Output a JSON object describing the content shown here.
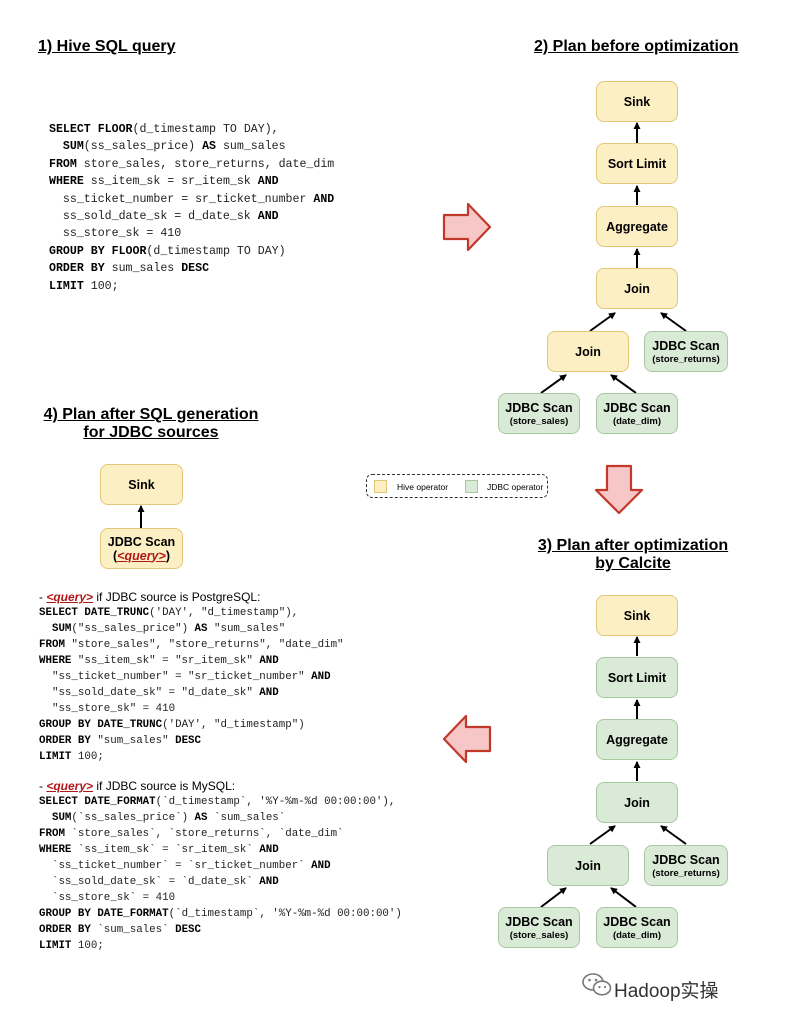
{
  "headings": {
    "s1": "1) Hive SQL query",
    "s2": "2) Plan before optimization",
    "s3_line1": "3) Plan after optimization",
    "s3_line2": "by Calcite",
    "s4_line1": "4) Plan after SQL generation",
    "s4_line2": "for JDBC sources"
  },
  "hive_query": [
    [
      {
        "t": "SELECT ",
        "k": 1
      },
      {
        "t": "FLOOR",
        "k": 1
      },
      {
        "t": "(d_timestamp TO DAY),"
      }
    ],
    [
      {
        "t": "  "
      },
      {
        "t": "SUM",
        "k": 1
      },
      {
        "t": "(ss_sales_price) "
      },
      {
        "t": "AS",
        "k": 1
      },
      {
        "t": " sum_sales"
      }
    ],
    [
      {
        "t": "FROM ",
        "k": 1
      },
      {
        "t": "store_sales, store_returns, date_dim"
      }
    ],
    [
      {
        "t": "WHERE ",
        "k": 1
      },
      {
        "t": "ss_item_sk = sr_item_sk "
      },
      {
        "t": "AND",
        "k": 1
      }
    ],
    [
      {
        "t": "  ss_ticket_number = sr_ticket_number "
      },
      {
        "t": "AND",
        "k": 1
      }
    ],
    [
      {
        "t": "  ss_sold_date_sk = d_date_sk "
      },
      {
        "t": "AND",
        "k": 1
      }
    ],
    [
      {
        "t": "  ss_store_sk = 410"
      }
    ],
    [
      {
        "t": "GROUP BY ",
        "k": 1
      },
      {
        "t": "FLOOR",
        "k": 1
      },
      {
        "t": "(d_timestamp TO DAY)"
      }
    ],
    [
      {
        "t": "ORDER BY ",
        "k": 1
      },
      {
        "t": "sum_sales "
      },
      {
        "t": "DESC",
        "k": 1
      }
    ],
    [
      {
        "t": "LIMIT ",
        "k": 1
      },
      {
        "t": "100;"
      }
    ]
  ],
  "plan_before": {
    "sink": "Sink",
    "sort_limit": "Sort Limit",
    "aggregate": "Aggregate",
    "join_top": "Join",
    "join_bottom": "Join",
    "scan_returns": {
      "title": "JDBC Scan",
      "sub": "(store_returns)"
    },
    "scan_sales": {
      "title": "JDBC Scan",
      "sub": "(store_sales)"
    },
    "scan_date": {
      "title": "JDBC Scan",
      "sub": "(date_dim)"
    }
  },
  "plan_after": {
    "sink": "Sink",
    "sort_limit": "Sort Limit",
    "aggregate": "Aggregate",
    "join_top": "Join",
    "join_bottom": "Join",
    "scan_returns": {
      "title": "JDBC Scan",
      "sub": "(store_returns)"
    },
    "scan_sales": {
      "title": "JDBC Scan",
      "sub": "(store_sales)"
    },
    "scan_date": {
      "title": "JDBC Scan",
      "sub": "(date_dim)"
    }
  },
  "plan_sqlgen": {
    "sink": "Sink",
    "scan_title": "JDBC Scan",
    "scan_open": "(",
    "scan_tag": "<query>",
    "scan_close": ")"
  },
  "legend": {
    "hive": "Hive operator",
    "jdbc": "JDBC operator"
  },
  "postgres": {
    "dash": "- ",
    "tag": "<query>",
    "note": " if JDBC source is PostgreSQL:",
    "lines": [
      [
        {
          "t": "SELECT ",
          "k": 1
        },
        {
          "t": "DATE_TRUNC",
          "k": 1
        },
        {
          "t": "('DAY', \"d_timestamp\"),"
        }
      ],
      [
        {
          "t": "  "
        },
        {
          "t": "SUM",
          "k": 1
        },
        {
          "t": "(\"ss_sales_price\") "
        },
        {
          "t": "AS",
          "k": 1
        },
        {
          "t": " \"sum_sales\""
        }
      ],
      [
        {
          "t": "FROM ",
          "k": 1
        },
        {
          "t": "\"store_sales\", \"store_returns\", \"date_dim\""
        }
      ],
      [
        {
          "t": "WHERE ",
          "k": 1
        },
        {
          "t": "\"ss_item_sk\" = \"sr_item_sk\" "
        },
        {
          "t": "AND",
          "k": 1
        }
      ],
      [
        {
          "t": "  \"ss_ticket_number\" = \"sr_ticket_number\" "
        },
        {
          "t": "AND",
          "k": 1
        }
      ],
      [
        {
          "t": "  \"ss_sold_date_sk\" = \"d_date_sk\" "
        },
        {
          "t": "AND",
          "k": 1
        }
      ],
      [
        {
          "t": "  \"ss_store_sk\" = 410"
        }
      ],
      [
        {
          "t": "GROUP BY ",
          "k": 1
        },
        {
          "t": "DATE_TRUNC",
          "k": 1
        },
        {
          "t": "('DAY', \"d_timestamp\")"
        }
      ],
      [
        {
          "t": "ORDER BY ",
          "k": 1
        },
        {
          "t": "\"sum_sales\" "
        },
        {
          "t": "DESC",
          "k": 1
        }
      ],
      [
        {
          "t": "LIMIT ",
          "k": 1
        },
        {
          "t": "100;"
        }
      ]
    ]
  },
  "mysql": {
    "dash": "- ",
    "tag": "<query>",
    "note": " if JDBC source is MySQL:",
    "lines": [
      [
        {
          "t": "SELECT ",
          "k": 1
        },
        {
          "t": "DATE_FORMAT",
          "k": 1
        },
        {
          "t": "(`d_timestamp`, '%Y-%m-%d 00:00:00'),"
        }
      ],
      [
        {
          "t": "  "
        },
        {
          "t": "SUM",
          "k": 1
        },
        {
          "t": "(`ss_sales_price`) "
        },
        {
          "t": "AS",
          "k": 1
        },
        {
          "t": " `sum_sales`"
        }
      ],
      [
        {
          "t": "FROM ",
          "k": 1
        },
        {
          "t": "`store_sales`, `store_returns`, `date_dim`"
        }
      ],
      [
        {
          "t": "WHERE ",
          "k": 1
        },
        {
          "t": "`ss_item_sk` = `sr_item_sk` "
        },
        {
          "t": "AND",
          "k": 1
        }
      ],
      [
        {
          "t": "  `ss_ticket_number` = `sr_ticket_number` "
        },
        {
          "t": "AND",
          "k": 1
        }
      ],
      [
        {
          "t": "  `ss_sold_date_sk` = `d_date_sk` "
        },
        {
          "t": "AND",
          "k": 1
        }
      ],
      [
        {
          "t": "  `ss_store_sk` = 410"
        }
      ],
      [
        {
          "t": "GROUP BY ",
          "k": 1
        },
        {
          "t": "DATE_FORMAT",
          "k": 1
        },
        {
          "t": "(`d_timestamp`, '%Y-%m-%d 00:00:00')"
        }
      ],
      [
        {
          "t": "ORDER BY ",
          "k": 1
        },
        {
          "t": "`sum_sales` "
        },
        {
          "t": "DESC",
          "k": 1
        }
      ],
      [
        {
          "t": "LIMIT ",
          "k": 1
        },
        {
          "t": "100;"
        }
      ]
    ]
  },
  "colors": {
    "hive_fill": "#fdefc4",
    "jdbc_fill": "#d9ead6",
    "arrow_fill": "#f7c6c6",
    "arrow_stroke": "#c0392b",
    "query_tag": "#b01818"
  },
  "watermark": {
    "icon": "wechat-icon",
    "text": "Hadoop实操"
  }
}
